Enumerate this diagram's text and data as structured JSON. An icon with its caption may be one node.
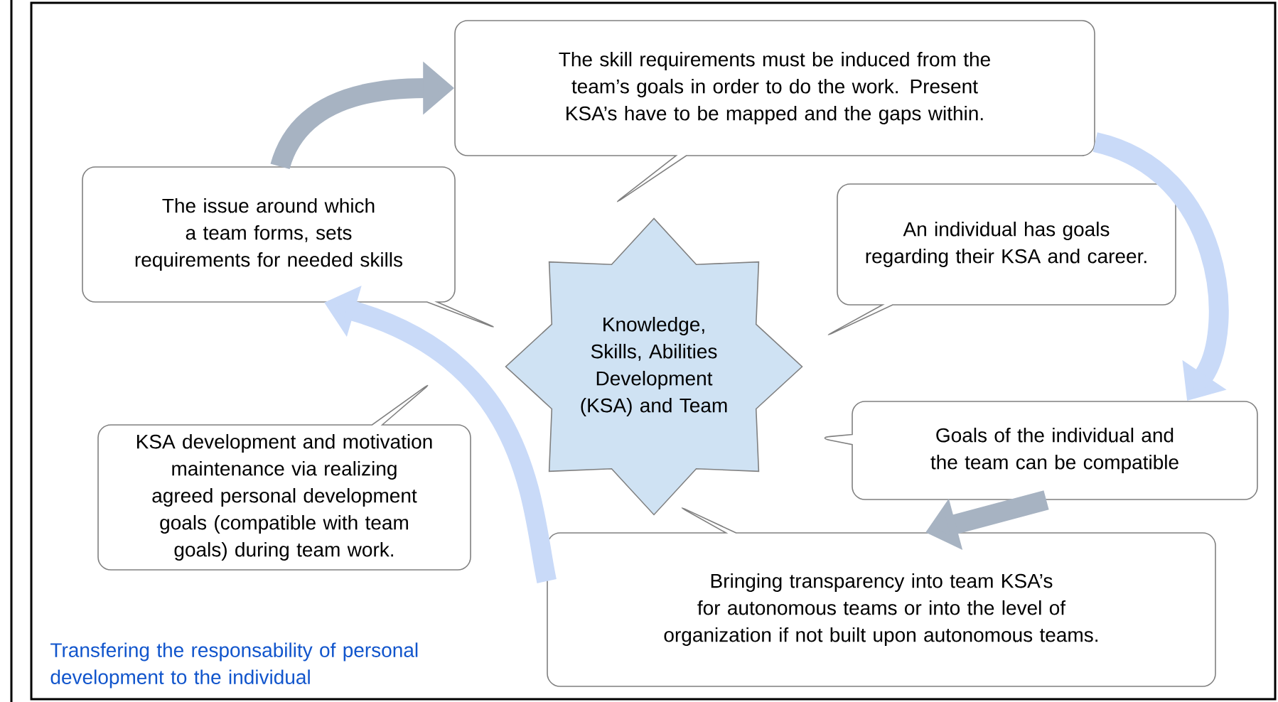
{
  "diagram": {
    "nodes": [
      {
        "text": [
          "The skill requirements must be induced from the team’s goals in order to do the work. Present KSA’s have to be mapped and the gaps within."
        ]
      },
      {
        "text": [
          "The issue around which a team forms, sets requirements for needed skills"
        ]
      },
      {
        "text": [
          "An individual has goals regarding their KSA and career."
        ]
      },
      {
        "text": [
          "Knowledge, Skills, Abilities Development (KSA) and Team"
        ]
      },
      {
        "text": [
          "Goals of the individual and the team can be compatible"
        ]
      },
      {
        "text": [
          "KSA development and motivation maintenance via realizing agreed personal development goals (compatible with team goals) during team work."
        ]
      },
      {
        "text": [
          "Bringing transparency into team KSA’s for autonomous teams or into the level of organization if not built upon autonomous teams."
        ]
      }
    ],
    "edges": [
      {
        "from": 1,
        "to": 0,
        "arrow": "to",
        "color": "#a7b3c2"
      },
      {
        "from": 0,
        "to": 4,
        "arrow": "to",
        "color": "#c9daf8"
      },
      {
        "from": 4,
        "to": 6,
        "arrow": "to",
        "color": "#a7b3c2"
      },
      {
        "from": 6,
        "to": 1,
        "arrow": "to",
        "color": "#c9daf8"
      }
    ],
    "labels": [
      "Transfering the responsability of personal development to the individual"
    ]
  }
}
